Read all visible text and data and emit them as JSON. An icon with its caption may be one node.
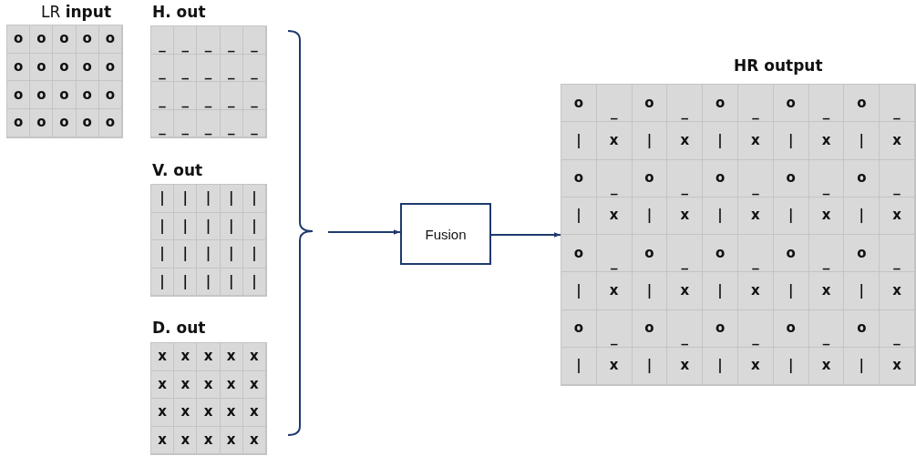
{
  "diagram": {
    "nodes": [
      {
        "text": [
          "LR **input**",
          "o",
          "o",
          "o",
          "o",
          "o",
          "o",
          "o",
          "o",
          "o",
          "o",
          "o",
          "o",
          "o",
          "o",
          "o",
          "o",
          "o",
          "o",
          "o",
          "o"
        ]
      },
      {
        "text": [
          "H. out",
          "_",
          "_",
          "_",
          "_",
          "_",
          "_",
          "_",
          "_",
          "_",
          "_",
          "_",
          "_",
          "_",
          "_",
          "_",
          "_",
          "_",
          "_",
          "_",
          "_"
        ]
      },
      {
        "text": [
          "V. out",
          "|",
          "|",
          "|",
          "|",
          "|",
          "|",
          "|",
          "|",
          "|",
          "|",
          "|",
          "|",
          "|",
          "|",
          "|",
          "|",
          "|",
          "|",
          "|",
          "|"
        ]
      },
      {
        "text": [
          "D. out",
          "x",
          "x",
          "x",
          "x",
          "x",
          "x",
          "x",
          "x",
          "x",
          "x",
          "x",
          "x",
          "x",
          "x",
          "x",
          "x",
          "x",
          "x",
          "x",
          "x"
        ]
      },
      {
        "text": [
          "Fusion"
        ]
      },
      {
        "text": [
          "HR output",
          "o",
          "_",
          "o",
          "_",
          "o",
          "_",
          "o",
          "_",
          "o",
          "_",
          "|",
          "x",
          "|",
          "x",
          "|",
          "x",
          "|",
          "x",
          "|",
          "x",
          "o",
          "_",
          "o",
          "_",
          "o",
          "_",
          "o",
          "_",
          "o",
          "_",
          "|",
          "x",
          "|",
          "x",
          "|",
          "x",
          "|",
          "x",
          "|",
          "x",
          "o",
          "_",
          "o",
          "_",
          "o",
          "_",
          "o",
          "_",
          "o",
          "_",
          "|",
          "x",
          "|",
          "x",
          "|",
          "x",
          "|",
          "x",
          "|",
          "x",
          "o",
          "_",
          "o",
          "_",
          "o",
          "_",
          "o",
          "_",
          "o",
          "_",
          "|",
          "x",
          "|",
          "x",
          "|",
          "x",
          "|",
          "x",
          "|",
          "x"
        ]
      }
    ],
    "edges": [
      {
        "from": null,
        "to": 4,
        "arrow": "to"
      },
      {
        "from": 4,
        "to": 5,
        "arrow": "to"
      }
    ]
  }
}
